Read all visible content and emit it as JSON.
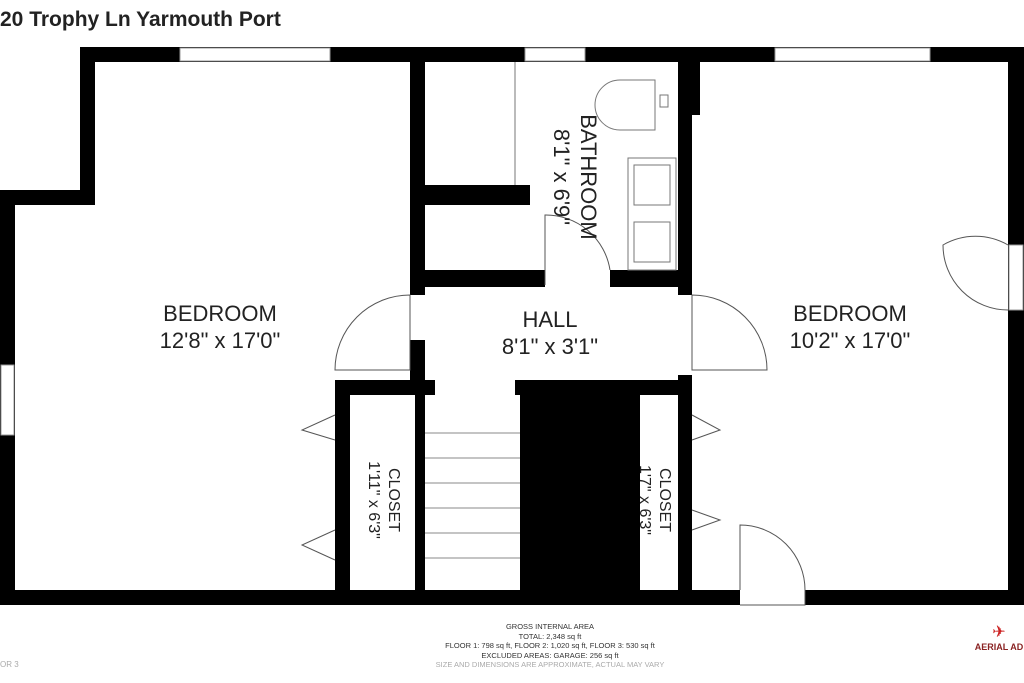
{
  "title": "20 Trophy Ln Yarmouth Port",
  "rooms": [
    {
      "name": "BEDROOM",
      "dims": "12'8\" x 17'0\""
    },
    {
      "name": "BATHROOM",
      "dims": "8'1\" x 6'9\""
    },
    {
      "name": "HALL",
      "dims": "8'1\" x 3'1\""
    },
    {
      "name": "BEDROOM",
      "dims": "10'2\" x 17'0\""
    },
    {
      "name": "CLOSET",
      "dims": "1'11\" x 6'3\""
    },
    {
      "name": "CLOSET",
      "dims": "1'7\" x 6'3\""
    }
  ],
  "footer": {
    "heading": "GROSS INTERNAL AREA",
    "total": "TOTAL: 2,348 sq ft",
    "floors": "FLOOR 1: 798 sq ft, FLOOR 2: 1,020 sq ft, FLOOR 3: 530 sq ft",
    "excluded": "EXCLUDED AREAS: GARAGE: 256 sq ft",
    "disclaimer": "SIZE AND DIMENSIONS ARE APPROXIMATE, ACTUAL MAY VARY"
  },
  "floor_label": "OR 3",
  "logo_text": "AERIAL AD",
  "wall_color": "#000000"
}
